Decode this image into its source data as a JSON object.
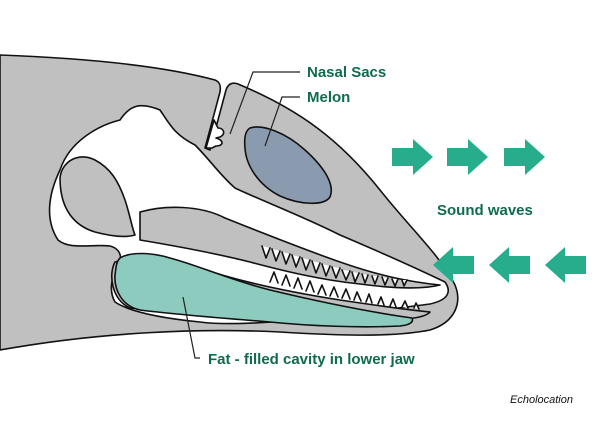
{
  "labels": {
    "nasal_sacs": "Nasal Sacs",
    "melon": "Melon",
    "sound_waves": "Sound waves",
    "fat_cavity": "Fat - filled cavity in lower jaw"
  },
  "caption": "Echolocation",
  "arrows": {
    "outgoing_count": 3,
    "outgoing_direction": "right",
    "incoming_count": 3,
    "incoming_direction": "left"
  },
  "colors": {
    "skin": "#c0c0c0",
    "bone": "#ffffff",
    "melon": "#8a9bb0",
    "fat": "#8dcbbf",
    "arrow": "#27ad8b",
    "label_text": "#0f6b4f",
    "outline": "#111111"
  }
}
